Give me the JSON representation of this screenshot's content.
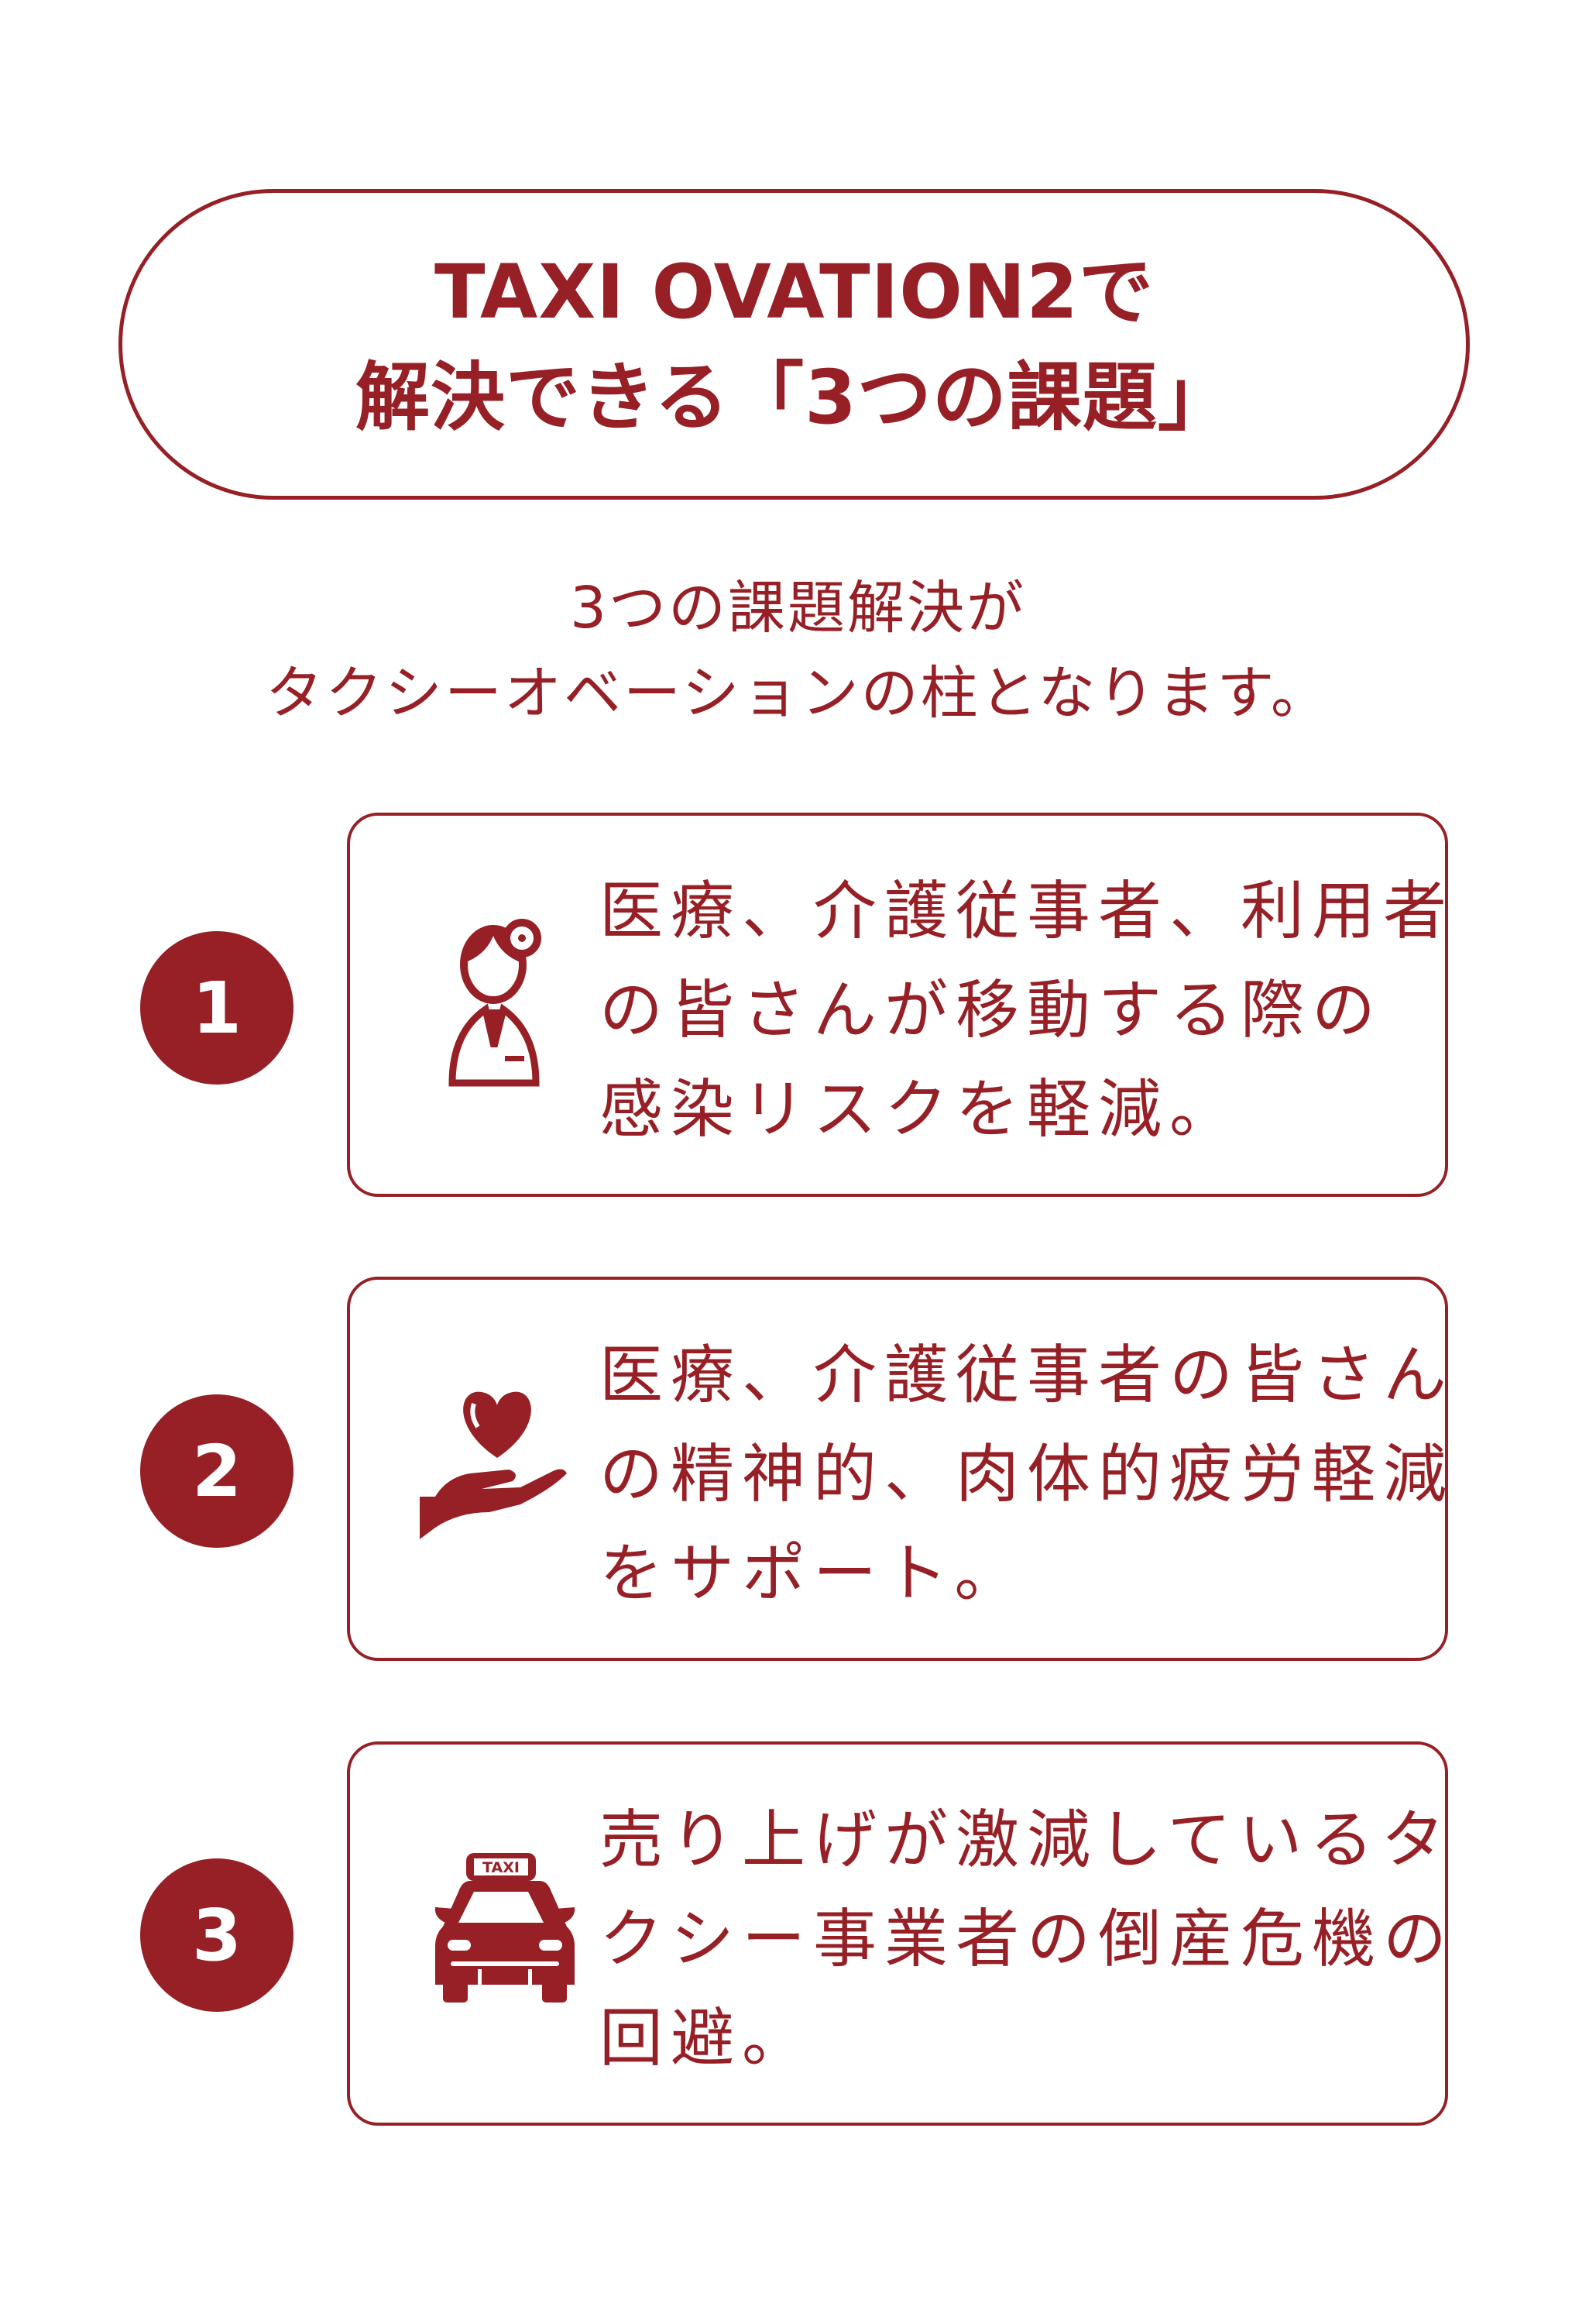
{
  "header": {
    "title_line1": "TAXI OVATION2で",
    "title_line2": "解決できる「3つの課題」"
  },
  "subtitle": {
    "line1": "3つの課題解決が",
    "line2": "タクシーオベーションの柱となります。"
  },
  "colors": {
    "accent": "#962026"
  },
  "items": [
    {
      "number": "1",
      "icon": "doctor-icon",
      "lines": [
        "医療、介護従事者、利用者",
        "の皆さんが移動する際の",
        "感染リスクを軽減。"
      ]
    },
    {
      "number": "2",
      "icon": "heart-hand-icon",
      "lines": [
        "医療、介護従事者の皆さん",
        "の精神的、肉体的疲労軽減",
        "をサポート。"
      ]
    },
    {
      "number": "3",
      "icon": "taxi-icon",
      "icon_label": "TAXI",
      "lines": [
        "売り上げが激減しているタ",
        "クシー事業者の倒産危機の",
        "回避。"
      ]
    }
  ]
}
